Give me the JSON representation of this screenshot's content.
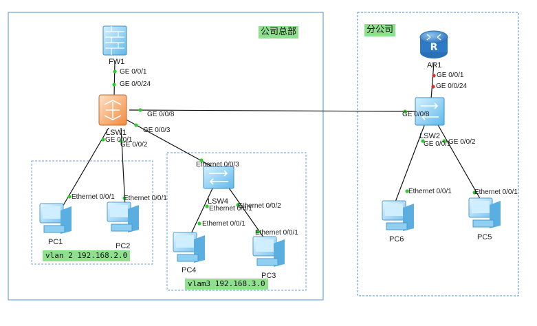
{
  "areas": {
    "hq": {
      "title": "公司总部"
    },
    "branch": {
      "title": "分公司"
    }
  },
  "vlans": {
    "vlan2": {
      "label": "vlan 2 192.168.2.0"
    },
    "vlan3": {
      "label": "vlam3 192.168.3.0"
    }
  },
  "devices": {
    "fw1": "FW1",
    "lsw1": "LSW1",
    "lsw4": "LSW4",
    "pc1": "PC1",
    "pc2": "PC2",
    "pc3": "PC3",
    "pc4": "PC4",
    "ar1": "AR1",
    "lsw2": "LSW2",
    "pc5": "PC5",
    "pc6": "PC6"
  },
  "ports": {
    "fw1_ge001": "GE 0/0/1",
    "lsw1_ge0024": "GE 0/0/24",
    "lsw1_ge008": "GE 0/0/8",
    "lsw1_ge003": "GE 0/0/3",
    "lsw1_ge001": "GE 0/0/1",
    "lsw1_ge002": "GE 0/0/2",
    "pc1_eth": "Ethernet 0/0/1",
    "pc2_eth": "Ethernet 0/0/1",
    "lsw4_eth003": "Ethernet 0/0/3",
    "lsw4_eth001": "Ethernet 0/0/1",
    "lsw4_eth002": "Ethernet 0/0/2",
    "pc4_eth": "Ethernet 0/0/1",
    "pc3_eth": "Ethernet 0/0/1",
    "ar1_ge001": "GE 0/0/1",
    "lsw2_ge0024": "GE 0/0/24",
    "lsw2_ge008": "GE 0/0/8",
    "lsw2_ge001": "GE 0/0/1",
    "lsw2_ge002": "GE 0/0/2",
    "pc6_eth": "Ethernet 0/0/1",
    "pc5_eth": "Ethernet 0/0/1"
  },
  "colors": {
    "area_border": "#4a8fd8",
    "vlan_border": "#6a9fd8",
    "tag_bg": "#8ee08e",
    "link": "#111111",
    "port_dot_up": "#2fcc2f",
    "port_dot_down": "#e03030"
  }
}
